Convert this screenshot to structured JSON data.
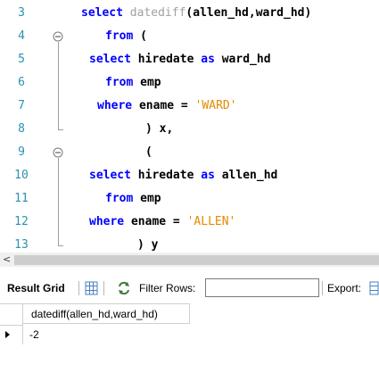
{
  "editor": {
    "lines": [
      {
        "number": "3",
        "segments": [
          {
            "t": "select ",
            "c": "kw"
          },
          {
            "t": "datediff",
            "c": "gray"
          },
          {
            "t": "(allen_hd,ward_hd)",
            "c": "plain"
          }
        ]
      },
      {
        "number": "4",
        "segments": [
          {
            "t": "from ",
            "c": "kw"
          },
          {
            "t": "(",
            "c": "plain"
          }
        ]
      },
      {
        "number": "5",
        "segments": [
          {
            "t": "select ",
            "c": "kw"
          },
          {
            "t": "hiredate ",
            "c": "plain"
          },
          {
            "t": "as ",
            "c": "kw"
          },
          {
            "t": "ward_hd",
            "c": "plain"
          }
        ]
      },
      {
        "number": "6",
        "segments": [
          {
            "t": "from ",
            "c": "kw"
          },
          {
            "t": "emp",
            "c": "plain"
          }
        ]
      },
      {
        "number": "7",
        "segments": [
          {
            "t": "where ",
            "c": "kw"
          },
          {
            "t": "ename = ",
            "c": "plain"
          },
          {
            "t": "'WARD'",
            "c": "str"
          }
        ]
      },
      {
        "number": "8",
        "segments": [
          {
            "t": ") x,",
            "c": "plain"
          }
        ]
      },
      {
        "number": "9",
        "segments": [
          {
            "t": "(",
            "c": "plain"
          }
        ]
      },
      {
        "number": "10",
        "segments": [
          {
            "t": "select ",
            "c": "kw"
          },
          {
            "t": "hiredate ",
            "c": "plain"
          },
          {
            "t": "as ",
            "c": "kw"
          },
          {
            "t": "allen_hd",
            "c": "plain"
          }
        ]
      },
      {
        "number": "11",
        "segments": [
          {
            "t": "from ",
            "c": "kw"
          },
          {
            "t": "emp",
            "c": "plain"
          }
        ]
      },
      {
        "number": "12",
        "segments": [
          {
            "t": "where ",
            "c": "kw"
          },
          {
            "t": "ename = ",
            "c": "plain"
          },
          {
            "t": "'ALLEN'",
            "c": "str"
          }
        ]
      },
      {
        "number": "13",
        "segments": [
          {
            "t": ") y",
            "c": "plain"
          }
        ]
      }
    ]
  },
  "hscroll": {
    "left_arrow": "<"
  },
  "result_toolbar": {
    "result_grid_label": "Result Grid",
    "filter_rows_label": "Filter Rows:",
    "filter_value": "",
    "export_label": "Export:"
  },
  "result_grid": {
    "columns": [
      "datediff(allen_hd,ward_hd)"
    ],
    "rows": [
      [
        "-2"
      ]
    ]
  },
  "colors": {
    "keyword": "#0000ff",
    "string": "#e28b00",
    "line_number": "#2b91af",
    "grid_icon": "#4a7fc0",
    "refresh_icon": "#3d7a3d"
  }
}
